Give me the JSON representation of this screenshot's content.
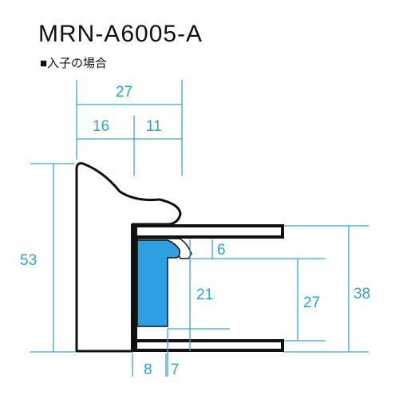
{
  "header": {
    "title": "MRN-A6005-A",
    "subtitle": "■入子の場合"
  },
  "dimensions": {
    "total_width": "27",
    "width_left": "16",
    "width_right": "11",
    "total_height": "53",
    "lip_depth": "6",
    "rabbet_depth": "21",
    "inner_height": "27",
    "outer_height": "38",
    "bottom_left": "8",
    "bottom_right": "7"
  },
  "colors": {
    "dimension": "#3aa3d6",
    "insert": "#2e9fe0",
    "outline": "#111111"
  }
}
